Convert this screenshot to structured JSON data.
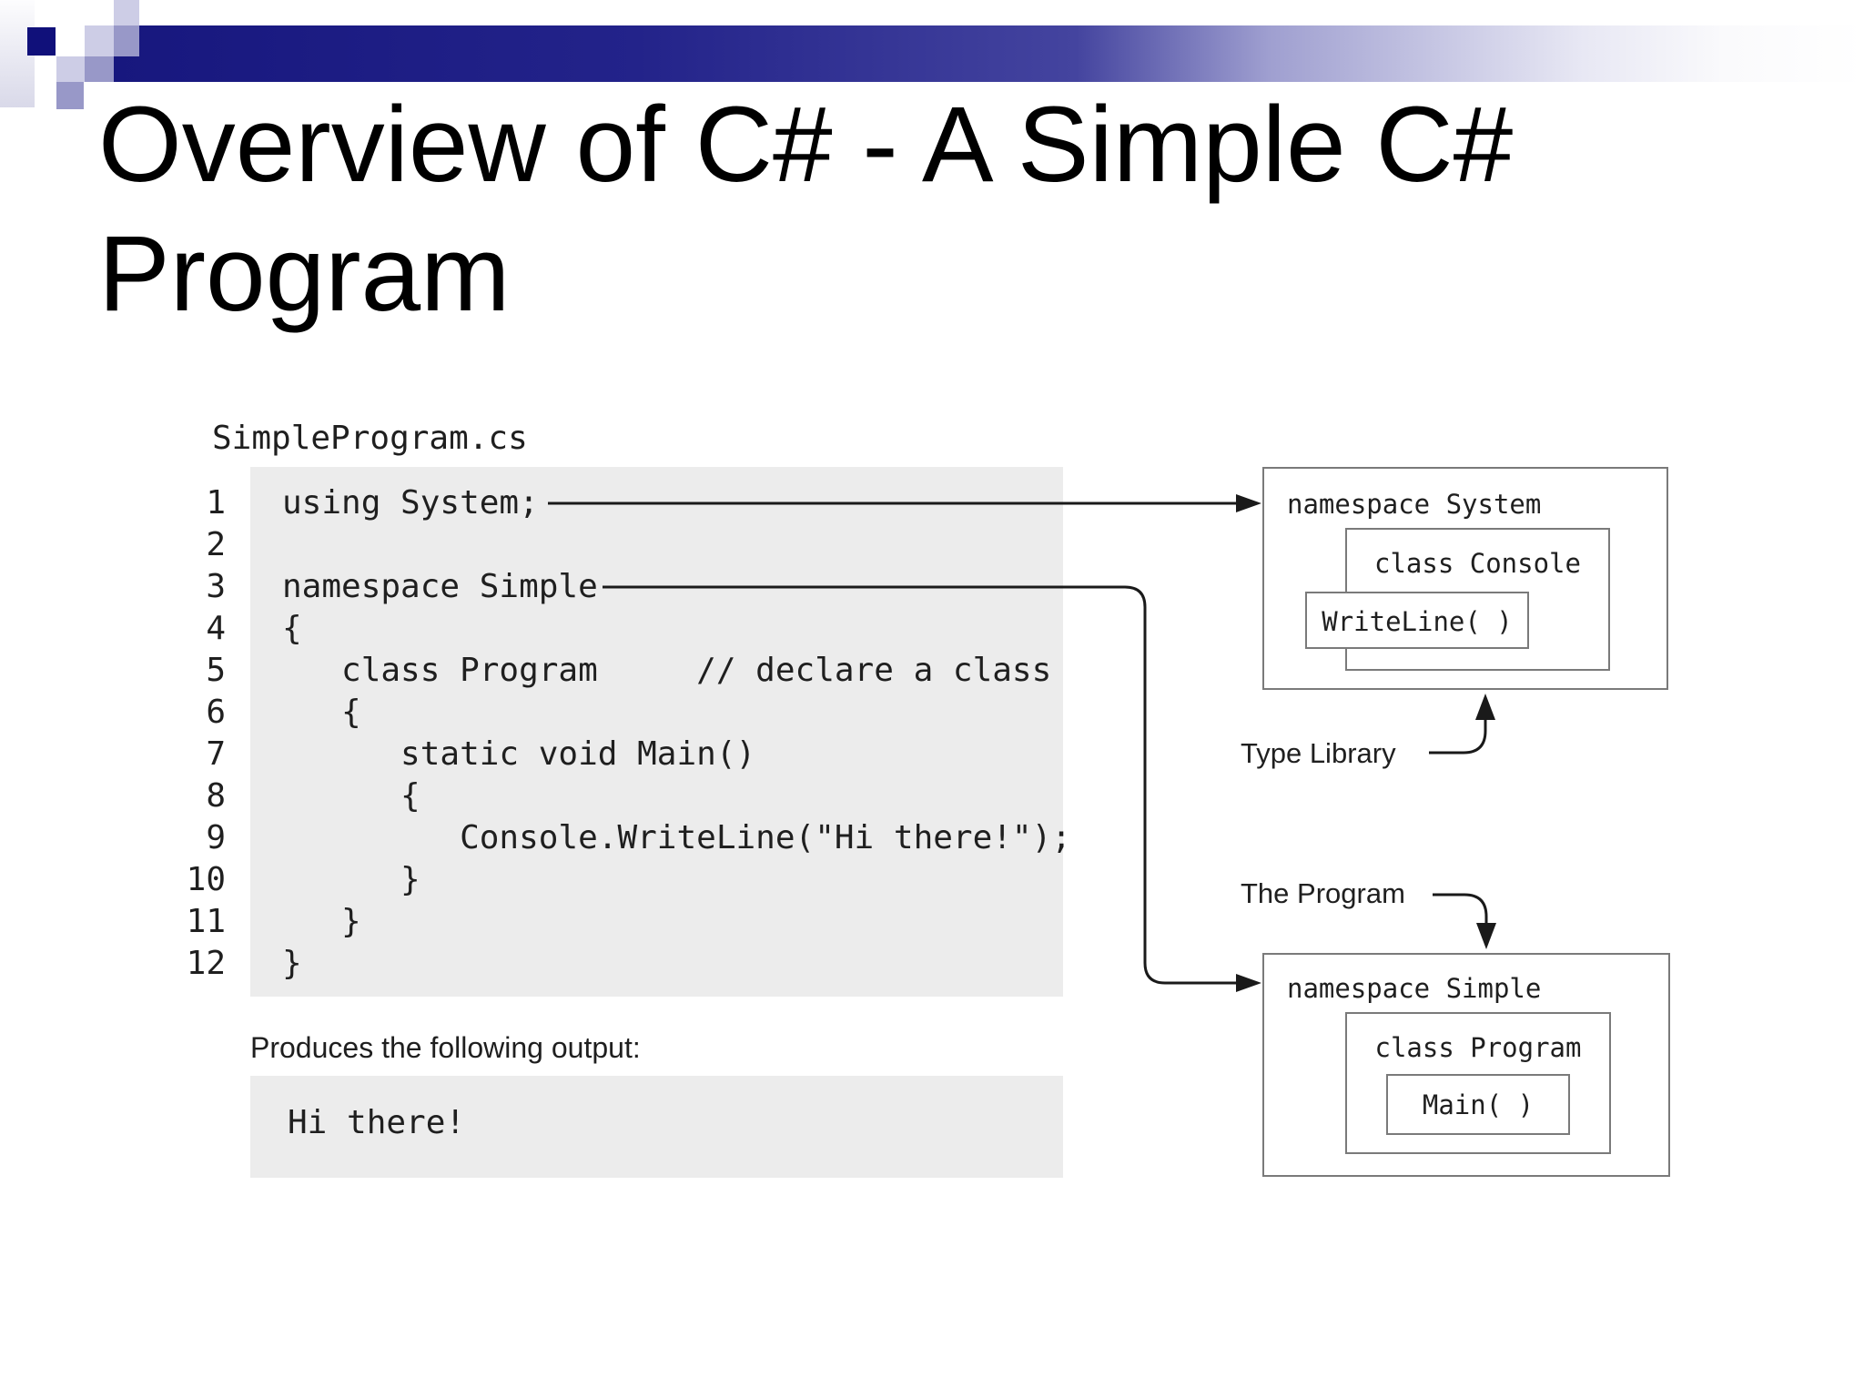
{
  "title": {
    "line1": "Overview of C# - A Simple C#",
    "line2": "Program"
  },
  "code_panel": {
    "filename": "SimpleProgram.cs",
    "line_numbers": [
      "1",
      "2",
      "3",
      "4",
      "5",
      "6",
      "7",
      "8",
      "9",
      "10",
      "11",
      "12"
    ],
    "lines": [
      "using System;",
      "",
      "namespace Simple",
      "{",
      "   class Program     // declare a class",
      "   {",
      "      static void Main()",
      "      {",
      "         Console.WriteLine(\"Hi there!\");",
      "      }",
      "   }",
      "}"
    ],
    "produces_label": "Produces the following output:",
    "output_text": "Hi there!"
  },
  "diagram": {
    "system_box": {
      "namespace_label": "namespace System",
      "class_label": "class Console",
      "method_label": "WriteLine( )"
    },
    "simple_box": {
      "namespace_label": "namespace Simple",
      "class_label": "class Program",
      "method_label": "Main( )"
    },
    "type_library_label": "Type Library",
    "the_program_label": "The Program"
  },
  "colors": {
    "bar_dark": "#17177e",
    "accent_navy": "#10107a",
    "lavender": "#cdcde6",
    "medium_purple": "#9898c8",
    "code_bg": "#ececec",
    "box_border": "#7a7a7a",
    "arrow": "#1a1a1a",
    "text": "#1f1f1f"
  }
}
